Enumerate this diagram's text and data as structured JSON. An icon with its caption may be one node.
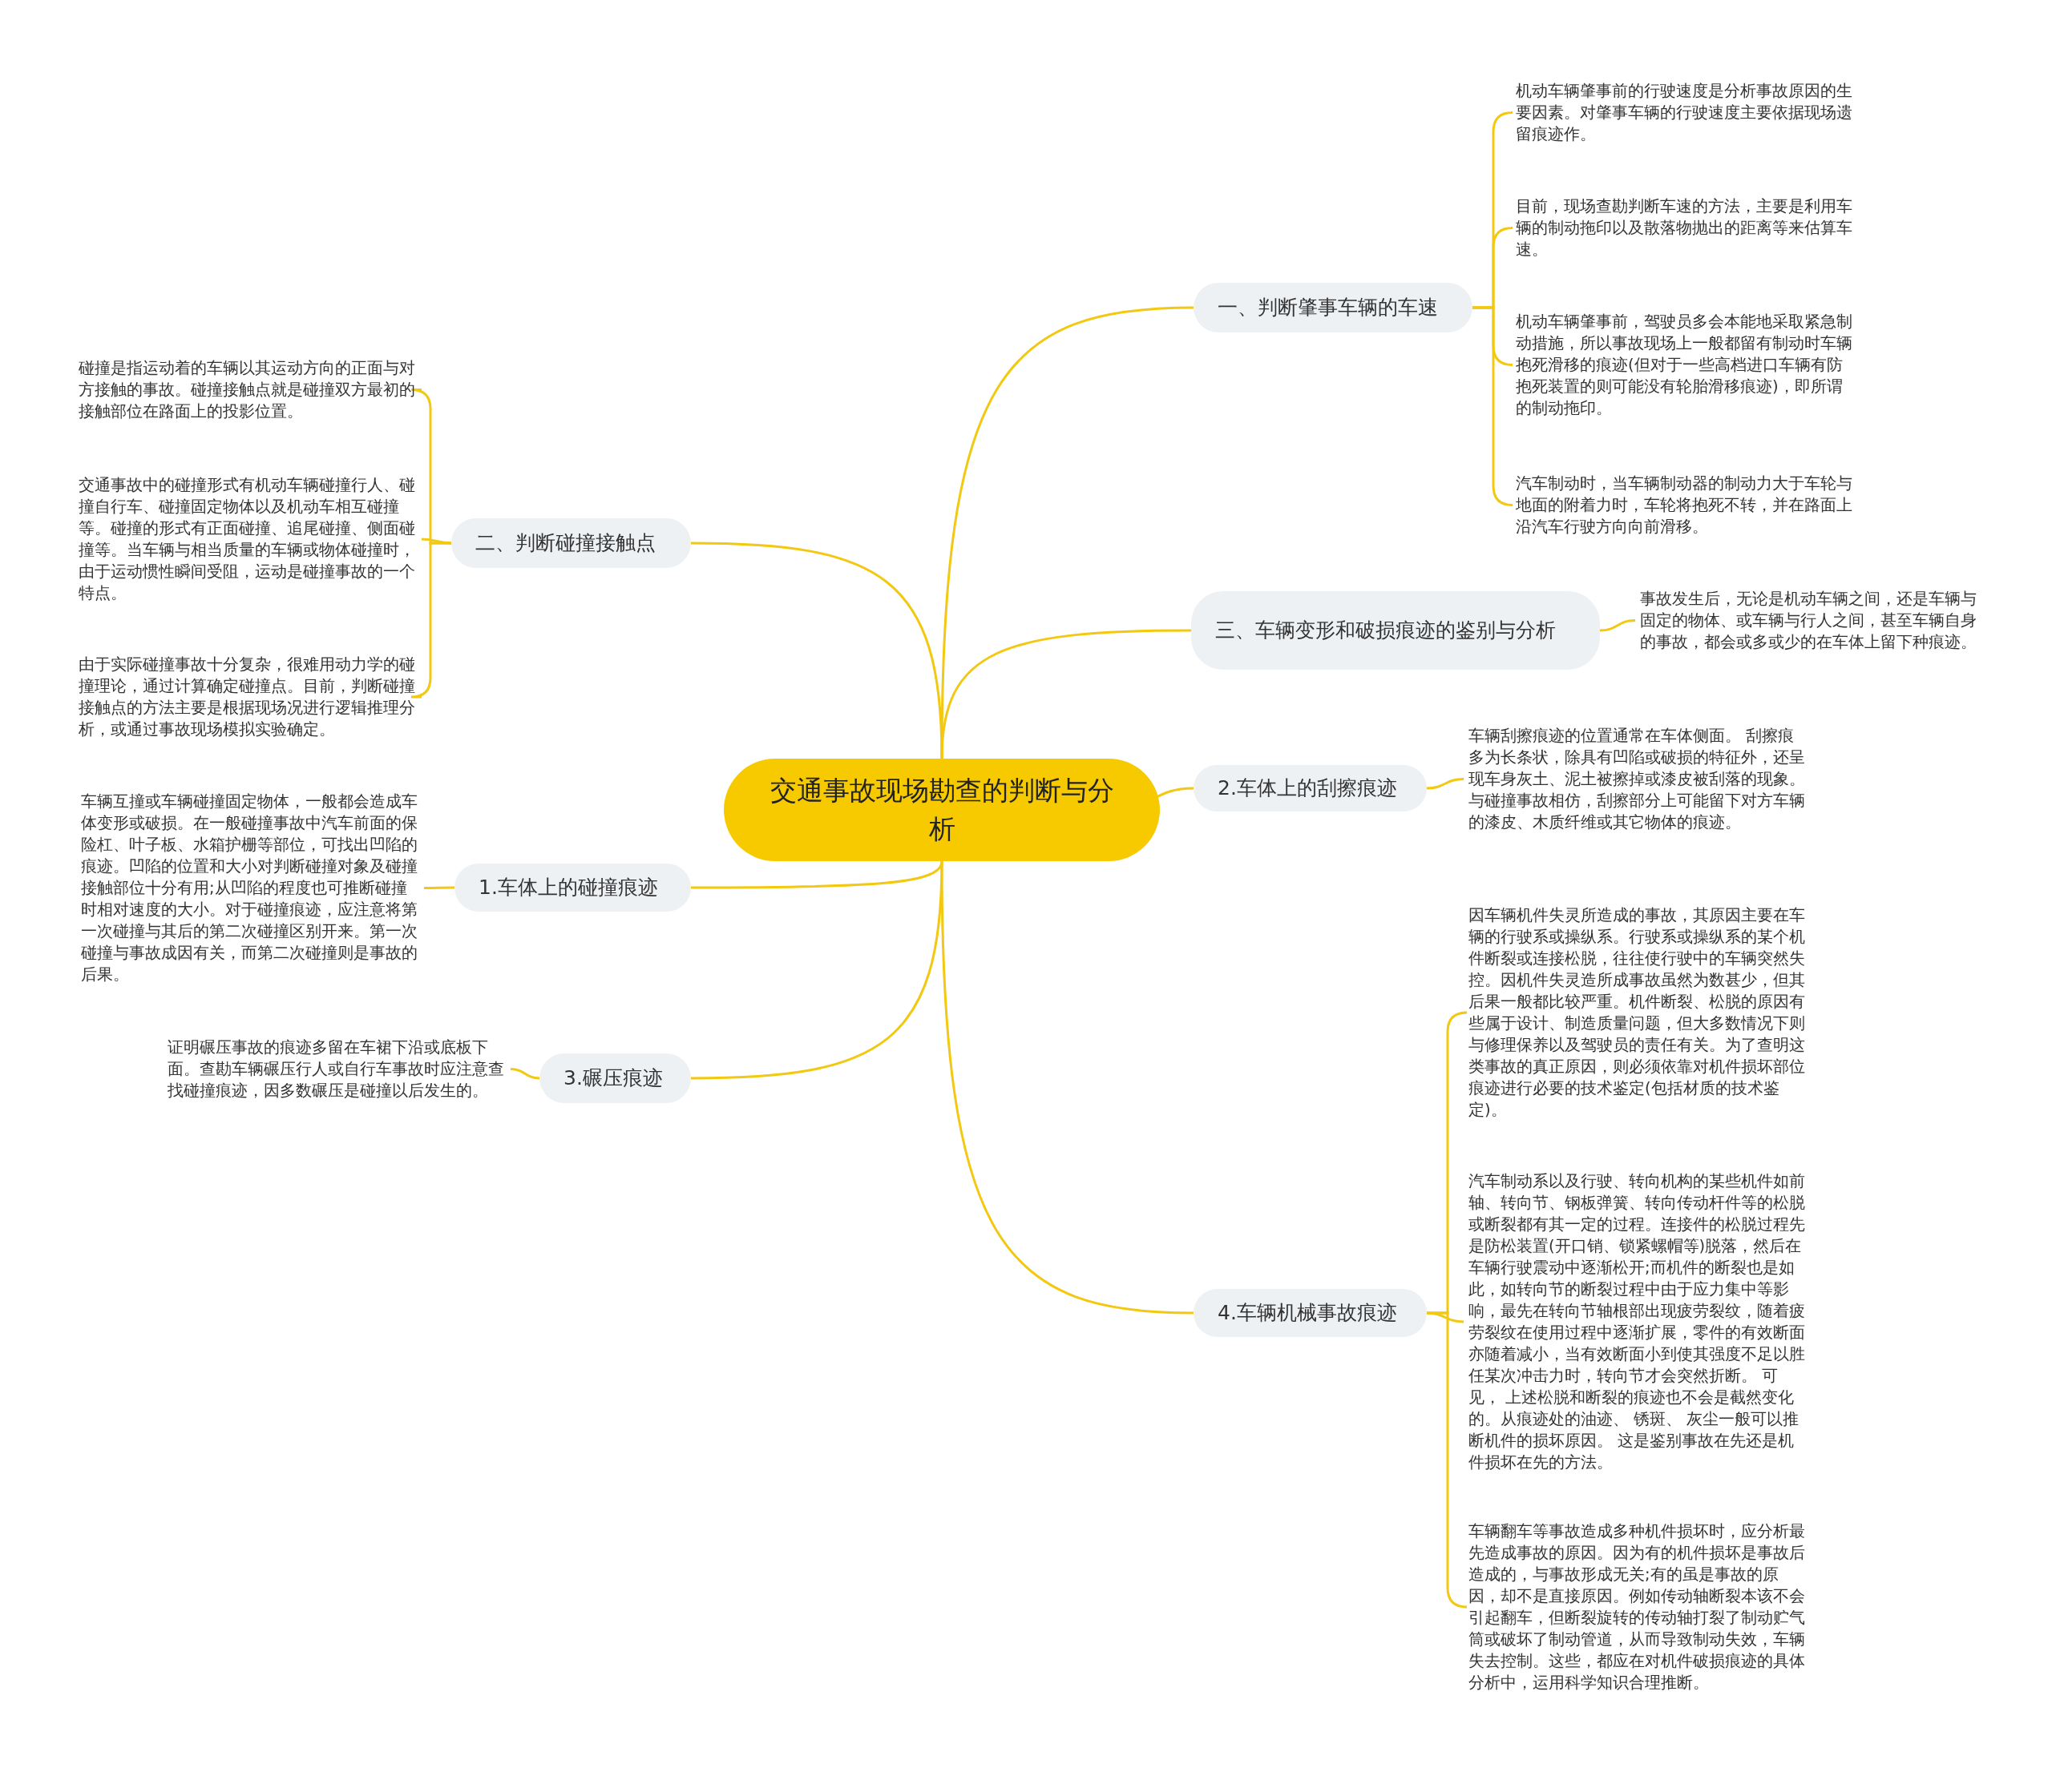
{
  "diagram": {
    "nodes": [
      {
        "text": [
          "交通事故现场勘查的判断与分析"
        ]
      },
      {
        "text": [
          "一、判断肇事车辆的车速"
        ]
      },
      {
        "text": [
          "机动车辆肇事前的行驶速度是分析事故原因的生要因素。对肇事车辆的行驶速度主要依据现场遗留痕迹作。"
        ]
      },
      {
        "text": [
          "目前，现场查勘判断车速的方法，主要是利用车辆的制动拖印以及散落物抛出的距离等来估算车速。"
        ]
      },
      {
        "text": [
          "机动车辆肇事前，驾驶员多会本能地采取紧急制动措施，所以事故现场上一般都留有制动时车辆抱死滑移的痕迹(但对于一些高档进口车辆有防抱死装置的则可能没有轮胎滑移痕迹)，即所谓的制动拖印。"
        ]
      },
      {
        "text": [
          "汽车制动时，当车辆制动器的制动力大于车轮与地面的附着力时，车轮将抱死不转，并在路面上沿汽车行驶方向向前滑移。"
        ]
      },
      {
        "text": [
          "三、车辆变形和破损痕迹的鉴别与分析"
        ]
      },
      {
        "text": [
          "事故发生后，无论是机动车辆之间，还是车辆与固定的物体、或车辆与行人之间，甚至车辆自身的事故，都会或多或少的在车体上留下种痕迹。"
        ]
      },
      {
        "text": [
          "2.车体上的刮擦痕迹"
        ]
      },
      {
        "text": [
          "车辆刮擦痕迹的位置通常在车体侧面。 刮擦痕多为长条状，除具有凹陷或破损的特征外，还呈现车身灰土、泥土被擦掉或漆皮被刮落的现象。与碰撞事故相仿，刮擦部分上可能留下对方车辆的漆皮、木质纤维或其它物体的痕迹。"
        ]
      },
      {
        "text": [
          "4.车辆机械事故痕迹"
        ]
      },
      {
        "text": [
          "因车辆机件失灵所造成的事故，其原因主要在车辆的行驶系或操纵系。行驶系或操纵系的某个机件断裂或连接松脱，往往使行驶中的车辆突然失控。因机件失灵造所成事故虽然为数甚少，但其后果一般都比较严重。机件断裂、松脱的原因有些属于设计、制造质量问题，但大多数情况下则与修理保养以及驾驶员的责任有关。为了查明这类事故的真正原因，则必须依靠对机件损坏部位痕迹进行必要的技术鉴定(包括材质的技术鉴定)。"
        ]
      },
      {
        "text": [
          "汽车制动系以及行驶、转向机构的某些机件如前轴、转向节、钢板弹簧、转向传动杆件等的松脱或断裂都有其一定的过程。连接件的松脱过程先是防松装置(开口销、锁紧螺帽等)脱落，然后在车辆行驶震动中逐渐松开;而机件的断裂也是如此，如转向节的断裂过程中由于应力集中等影响，最先在转向节轴根部出现疲劳裂纹，随着疲劳裂纹在使用过程中逐渐扩展，零件的有效断面亦随着减小，当有效断面小到使其强度不足以胜任某次冲击力时，转向节才会突然折断。 可见， 上述松脱和断裂的痕迹也不会是截然变化的。从痕迹处的油迹、 锈斑、 灰尘一般可以推断机件的损坏原因。 这是鉴别事故在先还是机件损坏在先的方法。"
        ]
      },
      {
        "text": [
          "车辆翻车等事故造成多种机件损坏时，应分析最先造成事故的原因。因为有的机件损坏是事故后造成的，与事故形成无关;有的虽是事故的原因，却不是直接原因。例如传动轴断裂本该不会引起翻车，但断裂旋转的传动轴打裂了制动贮气筒或破坏了制动管道，从而导致制动失效，车辆失去控制。这些，都应在对机件破损痕迹的具体分析中，运用科学知识合理推断。"
        ]
      },
      {
        "text": [
          "二、判断碰撞接触点"
        ]
      },
      {
        "text": [
          "碰撞是指运动着的车辆以其运动方向的正面与对方接触的事故。碰撞接触点就是碰撞双方最初的接触部位在路面上的投影位置。"
        ]
      },
      {
        "text": [
          "交通事故中的碰撞形式有机动车辆碰撞行人、碰撞自行车、碰撞固定物体以及机动车相互碰撞等。碰撞的形式有正面碰撞、追尾碰撞、侧面碰撞等。当车辆与相当质量的车辆或物体碰撞时，由于运动惯性瞬间受阻，运动是碰撞事故的一个特点。"
        ]
      },
      {
        "text": [
          "由于实际碰撞事故十分复杂，很难用动力学的碰撞理论，通过计算确定碰撞点。目前，判断碰撞接触点的方法主要是根据现场况进行逻辑推理分析，或通过事故现场模拟实验确定。"
        ]
      },
      {
        "text": [
          "1.车体上的碰撞痕迹"
        ]
      },
      {
        "text": [
          "车辆互撞或车辆碰撞固定物体，一般都会造成车体变形或破损。在一般碰撞事故中汽车前面的保险杠、叶子板、水箱护栅等部位，可找出凹陷的痕迹。凹陷的位置和大小对判断碰撞对象及碰撞接触部位十分有用;从凹陷的程度也可推断碰撞时相对速度的大小。对于碰撞痕迹，应注意将第一次碰撞与其后的第二次碰撞区别开来。第一次碰撞与事故成因有关，而第二次碰撞则是事故的后果。"
        ]
      },
      {
        "text": [
          "3.碾压痕迹"
        ]
      },
      {
        "text": [
          "证明碾压事故的痕迹多留在车裙下沿或底板下面。查勘车辆碾压行人或自行车事故时应注意查找碰撞痕迹，因多数碾压是碰撞以后发生的。"
        ]
      }
    ],
    "edges": [
      {
        "from": 0,
        "to": 1,
        "arrow": "none"
      },
      {
        "from": 1,
        "to": 2,
        "arrow": "none"
      },
      {
        "from": 1,
        "to": 3,
        "arrow": "none"
      },
      {
        "from": 1,
        "to": 4,
        "arrow": "none"
      },
      {
        "from": 1,
        "to": 5,
        "arrow": "none"
      },
      {
        "from": 0,
        "to": 6,
        "arrow": "none"
      },
      {
        "from": 6,
        "to": 7,
        "arrow": "none"
      },
      {
        "from": 0,
        "to": 8,
        "arrow": "none"
      },
      {
        "from": 8,
        "to": 9,
        "arrow": "none"
      },
      {
        "from": 0,
        "to": 10,
        "arrow": "none"
      },
      {
        "from": 10,
        "to": 11,
        "arrow": "none"
      },
      {
        "from": 10,
        "to": 12,
        "arrow": "none"
      },
      {
        "from": 10,
        "to": 13,
        "arrow": "none"
      },
      {
        "from": 0,
        "to": 14,
        "arrow": "none"
      },
      {
        "from": 14,
        "to": 15,
        "arrow": "none"
      },
      {
        "from": 14,
        "to": 16,
        "arrow": "none"
      },
      {
        "from": 14,
        "to": 17,
        "arrow": "none"
      },
      {
        "from": 0,
        "to": 18,
        "arrow": "none"
      },
      {
        "from": 18,
        "to": 19,
        "arrow": "none"
      },
      {
        "from": 0,
        "to": 20,
        "arrow": "none"
      },
      {
        "from": 20,
        "to": 21,
        "arrow": "none"
      }
    ]
  }
}
